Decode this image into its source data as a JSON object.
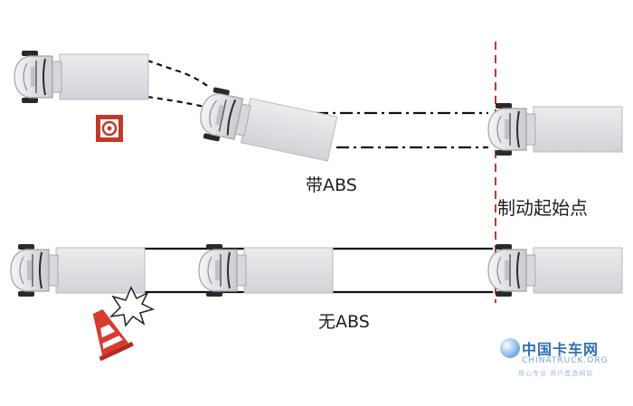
{
  "labels": {
    "with_abs": "带ABS",
    "braking_start": "制动起始点",
    "without_abs": "无ABS"
  },
  "watermark": {
    "title": "中国卡车网",
    "subtitle": "CHINATRUCK.ORG",
    "tagline": "用心专业·用户首选网站"
  },
  "colors": {
    "truck_body": "#e4e4e6",
    "cab": "#dfe2e6",
    "wheel": "#2a2a2a",
    "track_line": "#111111",
    "braking_line": "#c0392b",
    "target_red": "#c0392b",
    "cone_red": "#d93a2e"
  },
  "icons": {
    "target": "target-icon",
    "cone": "traffic-cone-icon",
    "impact": "impact-burst-icon",
    "watermark": "chinatruck-logo"
  }
}
